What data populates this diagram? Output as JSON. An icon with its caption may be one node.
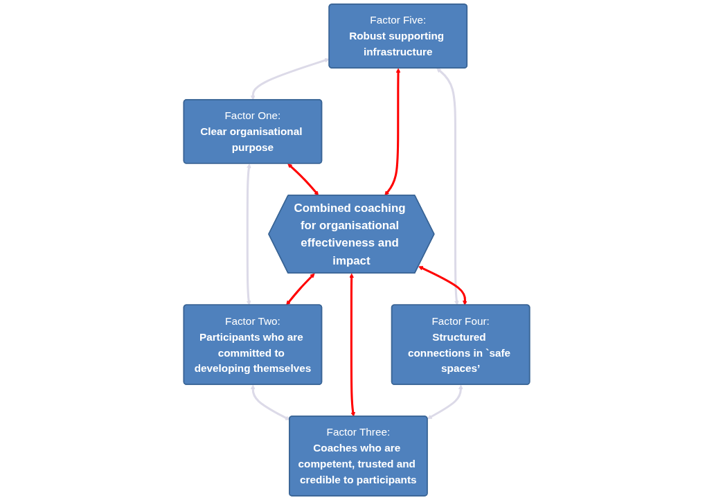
{
  "diagram": {
    "nodes": [
      {
        "text": [
          "Factor One:",
          "Clear organisational purpose"
        ]
      },
      {
        "text": [
          "Factor Two:",
          "Participants who are committed to developing themselves"
        ]
      },
      {
        "text": [
          "Factor Three:",
          "Coaches who are competent, trusted and credible to participants"
        ]
      },
      {
        "text": [
          "Factor Four:",
          "Structured connections in `safe spaces’"
        ]
      },
      {
        "text": [
          "Factor Five:",
          "Robust supporting infrastructure"
        ]
      },
      {
        "text": [
          "Combined coaching for organisational effectiveness and impact"
        ]
      }
    ],
    "edges": [
      {
        "from": 4,
        "to": 0,
        "arrow": "both",
        "color": "#dcdae8"
      },
      {
        "from": 0,
        "to": 1,
        "arrow": "both",
        "color": "#dcdae8"
      },
      {
        "from": 0,
        "to": 5,
        "arrow": "both",
        "color": "#ff0000"
      },
      {
        "from": 4,
        "to": 5,
        "arrow": "both",
        "color": "#ff0000"
      },
      {
        "from": 5,
        "to": 1,
        "arrow": "both",
        "color": "#ff0000"
      },
      {
        "from": 4,
        "to": 3,
        "arrow": "both",
        "color": "#dcdae8"
      },
      {
        "from": 1,
        "to": 2,
        "arrow": "both",
        "color": "#dcdae8"
      },
      {
        "from": 5,
        "to": 3,
        "arrow": "both",
        "color": "#ff0000"
      },
      {
        "from": 5,
        "to": 2,
        "arrow": "both",
        "color": "#ff0000"
      },
      {
        "from": 3,
        "to": 2,
        "arrow": "both",
        "color": "#dcdae8"
      }
    ]
  }
}
